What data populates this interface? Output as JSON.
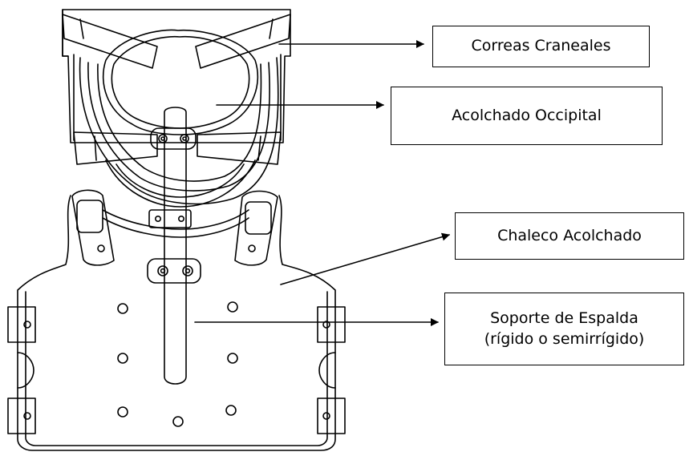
{
  "callouts": [
    {
      "id": "correas",
      "text": "Correas Craneales"
    },
    {
      "id": "acolchado",
      "text": "Acolchado Occipital"
    },
    {
      "id": "chaleco",
      "text": "Chaleco Acolchado"
    },
    {
      "id": "soporte",
      "text": "Soporte de Espalda\n(rígido o semirrígido)"
    }
  ],
  "colors": {
    "line": "#000000",
    "fill": "#ffffff"
  }
}
